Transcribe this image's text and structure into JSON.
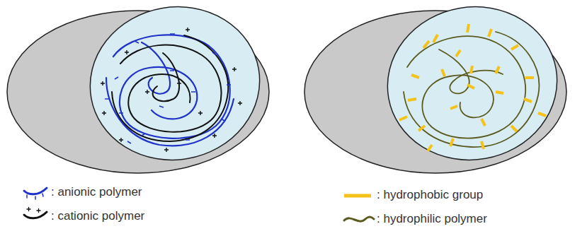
{
  "diagram": {
    "legend": [
      {
        "text": ": anionic polymer"
      },
      {
        "text": ": cationic polymer"
      },
      {
        "text": ": hydrophobic group"
      },
      {
        "text": ": hydrophilic polymer"
      }
    ]
  }
}
